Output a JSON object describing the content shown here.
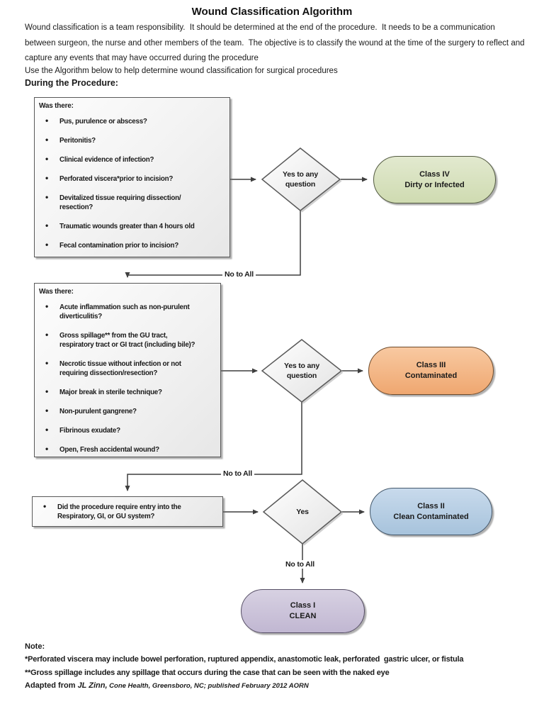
{
  "page": {
    "title": "Wound Classification Algorithm",
    "intro": "Wound classification is a team responsibility.  It should be determined at the end of the procedure.  It needs to be a communication between surgeon, the nurse and other members of the team.  The objective is to classify the wound at the time of the surgery to reflect and capture any events that may have occurred during the procedure",
    "instruction": "Use the Algorithm below to help determine wound classification for surgical procedures",
    "section_heading": "During the Procedure:"
  },
  "flowchart": {
    "box1": {
      "header": "Was there:",
      "items": [
        "Pus, purulence or abscess?",
        "Peritonitis?",
        "Clinical evidence of infection?",
        "Perforated viscera*prior to incision?",
        "Devitalized tissue requiring dissection/\nresection?",
        "Traumatic wounds greater than 4 hours old",
        "Fecal contamination prior to incision?"
      ]
    },
    "decision1": {
      "label": "Yes to any question"
    },
    "class4": {
      "line1": "Class IV",
      "line2": "Dirty or Infected",
      "color_light": "#e2e9cf",
      "color_dark": "#cfdbb1",
      "border": "#535b41"
    },
    "no_to_all_1": "No to All",
    "box2": {
      "header": "Was there:",
      "items": [
        "Acute inflammation such as non-purulent\ndiverticulitis?",
        "Gross spillage** from the GU tract,\nrespiratory tract or GI tract (including bile)?",
        "Necrotic tissue without infection or not\nrequiring dissection/resection?",
        "Major break in sterile technique?",
        "Non-purulent gangrene?",
        "Fibrinous exudate?",
        "Open, Fresh accidental wound?"
      ]
    },
    "decision2": {
      "label": "Yes to any question"
    },
    "class3": {
      "line1": "Class III",
      "line2": "Contaminated",
      "color_light": "#f8c9a1",
      "color_dark": "#efa770",
      "border": "#6e4a2a"
    },
    "no_to_all_2": "No to All",
    "box3": {
      "items": [
        "Did the procedure require entry into the\nRespiratory, GI, or GU system?"
      ]
    },
    "decision3": {
      "label": "Yes"
    },
    "class2": {
      "line1": "Class II",
      "line2": "Clean Contaminated",
      "color_light": "#c8daec",
      "color_dark": "#a7c3dc",
      "border": "#44586b"
    },
    "no_to_all_3": "No to All",
    "class1": {
      "line1": "Class I",
      "line2": "CLEAN",
      "color_light": "#d7d1e2",
      "color_dark": "#c1b7d2",
      "border": "#574f66"
    }
  },
  "notes": {
    "heading": "Note:",
    "line1": "*Perforated viscera may include bowel perforation, ruptured appendix, anastomotic leak, perforated  gastric ulcer, or fistula",
    "line2": "**Gross spillage includes any spillage that occurs during the case that can be seen with the naked eye",
    "adapted_prefix": "Adapted from ",
    "adapted_author": "JL Zinn,",
    "adapted_rest": " Cone Health, Greensboro, NC; published February 2012 AORN"
  }
}
